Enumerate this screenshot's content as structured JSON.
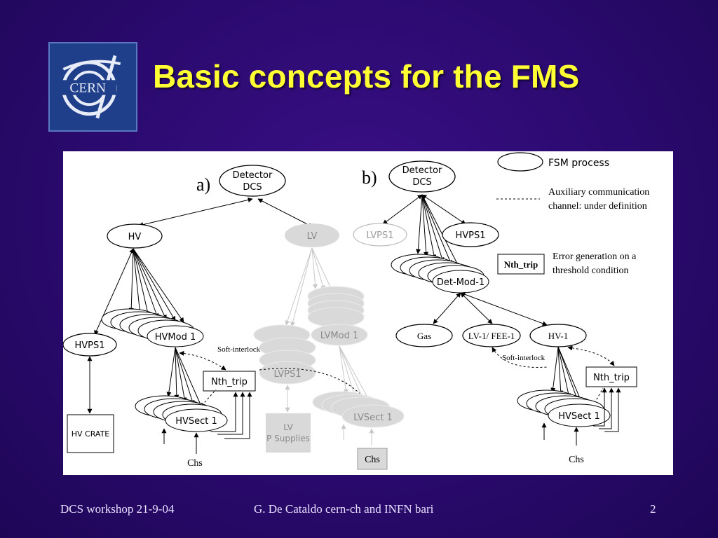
{
  "slide": {
    "title": "Basic concepts for the FMS",
    "logo_text": "CERN"
  },
  "diagram": {
    "a": {
      "label": "a)",
      "detector": [
        "Detector",
        "DCS"
      ],
      "hv": "HV",
      "lv": "LV",
      "hvps1": "HVPS1",
      "hvmod1": "HVMod 1",
      "lvmod1": "LVMod 1",
      "lvps1": "LVPS1",
      "hv_crate": "HV CRATE",
      "lv_supplies": [
        "LV",
        "P Supplies"
      ],
      "nth_trip": "Nth_trip",
      "soft_interlock": "Soft-interlock",
      "hvsect1": "HVSect 1",
      "lvsect1": "LVSect 1",
      "chs": "Chs",
      "chs_gray": "Chs"
    },
    "b": {
      "label": "b)",
      "detector": [
        "Detector",
        "DCS"
      ],
      "lvps1": "LVPS1",
      "hvps1": "HVPS1",
      "det_mod": "Det-Mod-1",
      "gas": "Gas",
      "lv_fee": "LV-1/ FEE-1",
      "hv1": "HV-1",
      "soft_interlock": "Soft-interlock",
      "nth_trip": "Nth_trip",
      "hvsect1": "HVSect 1",
      "chs": "Chs"
    },
    "legend": {
      "fsm": "FSM process",
      "aux_line1": "Auxiliary communication",
      "aux_line2": "channel: under definition",
      "nth_trip": "Nth_trip",
      "err_line1": "Error generation on a",
      "err_line2": "threshold condition"
    }
  },
  "footer": {
    "left": "DCS workshop 21-9-04",
    "center": "G. De Cataldo cern-ch and INFN bari",
    "page": "2"
  },
  "colors": {
    "background": "#2a0a6e",
    "title": "#ffff33",
    "gray_fill": "#d9d9d9",
    "gray_text": "#8a8a8a"
  }
}
